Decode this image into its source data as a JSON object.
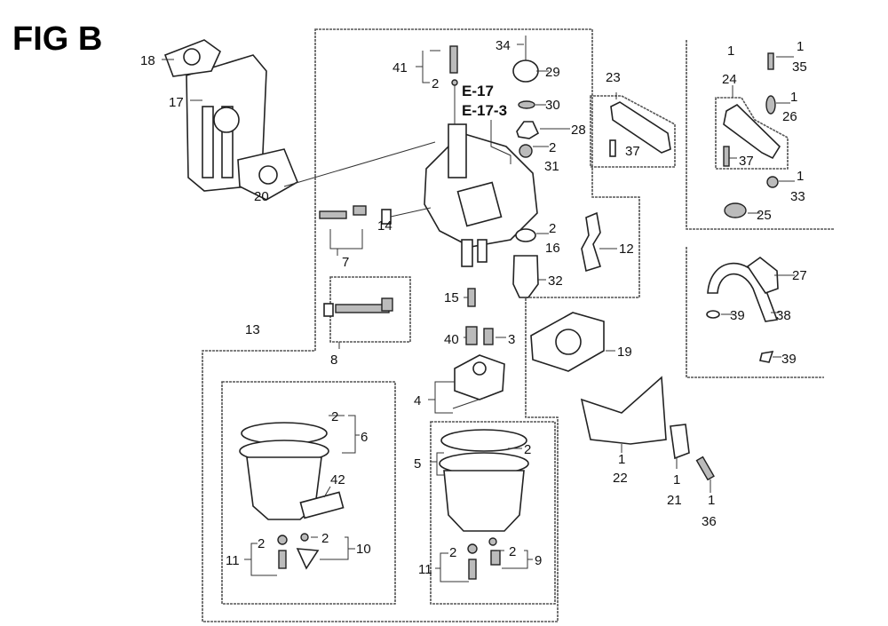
{
  "figure_title": "FIG B",
  "reference_labels": [
    "E-17",
    "E-17-3"
  ],
  "callouts": [
    "18",
    "17",
    "20",
    "41",
    "2",
    "34",
    "29",
    "30",
    "28",
    "2",
    "31",
    "23",
    "37",
    "14",
    "7",
    "2",
    "16",
    "12",
    "32",
    "15",
    "40",
    "3",
    "8",
    "13",
    "19",
    "4",
    "2",
    "6",
    "42",
    "5",
    "2",
    "2",
    "11",
    "2",
    "10",
    "2",
    "11",
    "2",
    "9",
    "1",
    "22",
    "1",
    "21",
    "1",
    "36",
    "1",
    "24",
    "1",
    "35",
    "1",
    "26",
    "37",
    "1",
    "33",
    "25",
    "27",
    "39",
    "38",
    "39"
  ]
}
